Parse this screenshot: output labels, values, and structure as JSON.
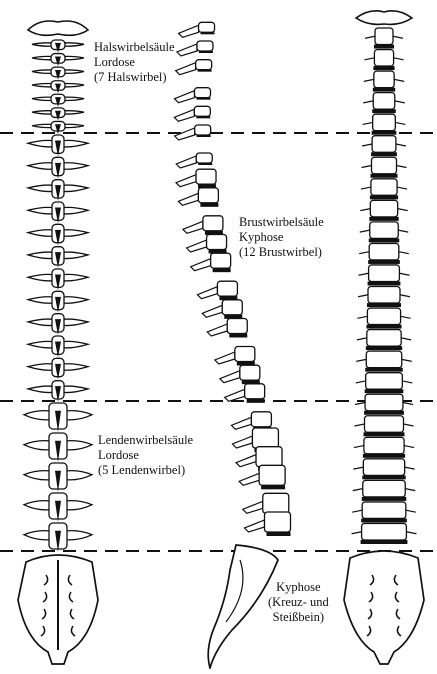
{
  "labels": {
    "cervical": {
      "line1": "Halswirbelsäule",
      "line2": "Lordose",
      "line3": "(7 Halswirbel)"
    },
    "thoracic": {
      "line1": "Brustwirbelsäule",
      "line2": "Kyphose",
      "line3": "(12 Brustwirbel)"
    },
    "lumbar": {
      "line1": "Lendenwirbelsäule",
      "line2": "Lordose",
      "line3": "(5 Lendenwirbel)"
    },
    "sacral": {
      "line1": "Kyphose",
      "line2": "(Kreuz- und",
      "line3": "Steißbein)"
    }
  },
  "counts": {
    "cervical": 7,
    "thoracic": 12,
    "lumbar": 5
  },
  "colors": {
    "ink": "#111111",
    "background": "#ffffff"
  }
}
